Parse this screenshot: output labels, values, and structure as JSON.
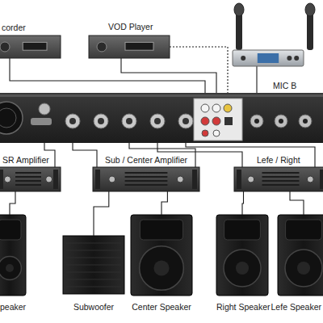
{
  "diagram": {
    "nodes": [
      {
        "text": [
          "corder"
        ]
      },
      {
        "text": [
          "VOD Player"
        ]
      },
      {
        "text": [
          "MIC B"
        ]
      },
      {
        "text": [
          "SR Amplifier"
        ]
      },
      {
        "text": [
          "Sub / Center Amplifier"
        ]
      },
      {
        "text": [
          "Lefe / Right"
        ]
      },
      {
        "text": [
          "peaker"
        ]
      },
      {
        "text": [
          "Subwoofer"
        ]
      },
      {
        "text": [
          "Center Speaker"
        ]
      },
      {
        "text": [
          "Right Speaker"
        ]
      },
      {
        "text": [
          "Lefe Speaker"
        ]
      }
    ],
    "edges": [
      {
        "from": 3,
        "to": 6,
        "arrow": "none"
      },
      {
        "from": 4,
        "to": 7,
        "arrow": "none"
      },
      {
        "from": 4,
        "to": 8,
        "arrow": "none"
      },
      {
        "from": 5,
        "to": 9,
        "arrow": "none"
      },
      {
        "from": 5,
        "to": 10,
        "arrow": "none"
      }
    ]
  }
}
